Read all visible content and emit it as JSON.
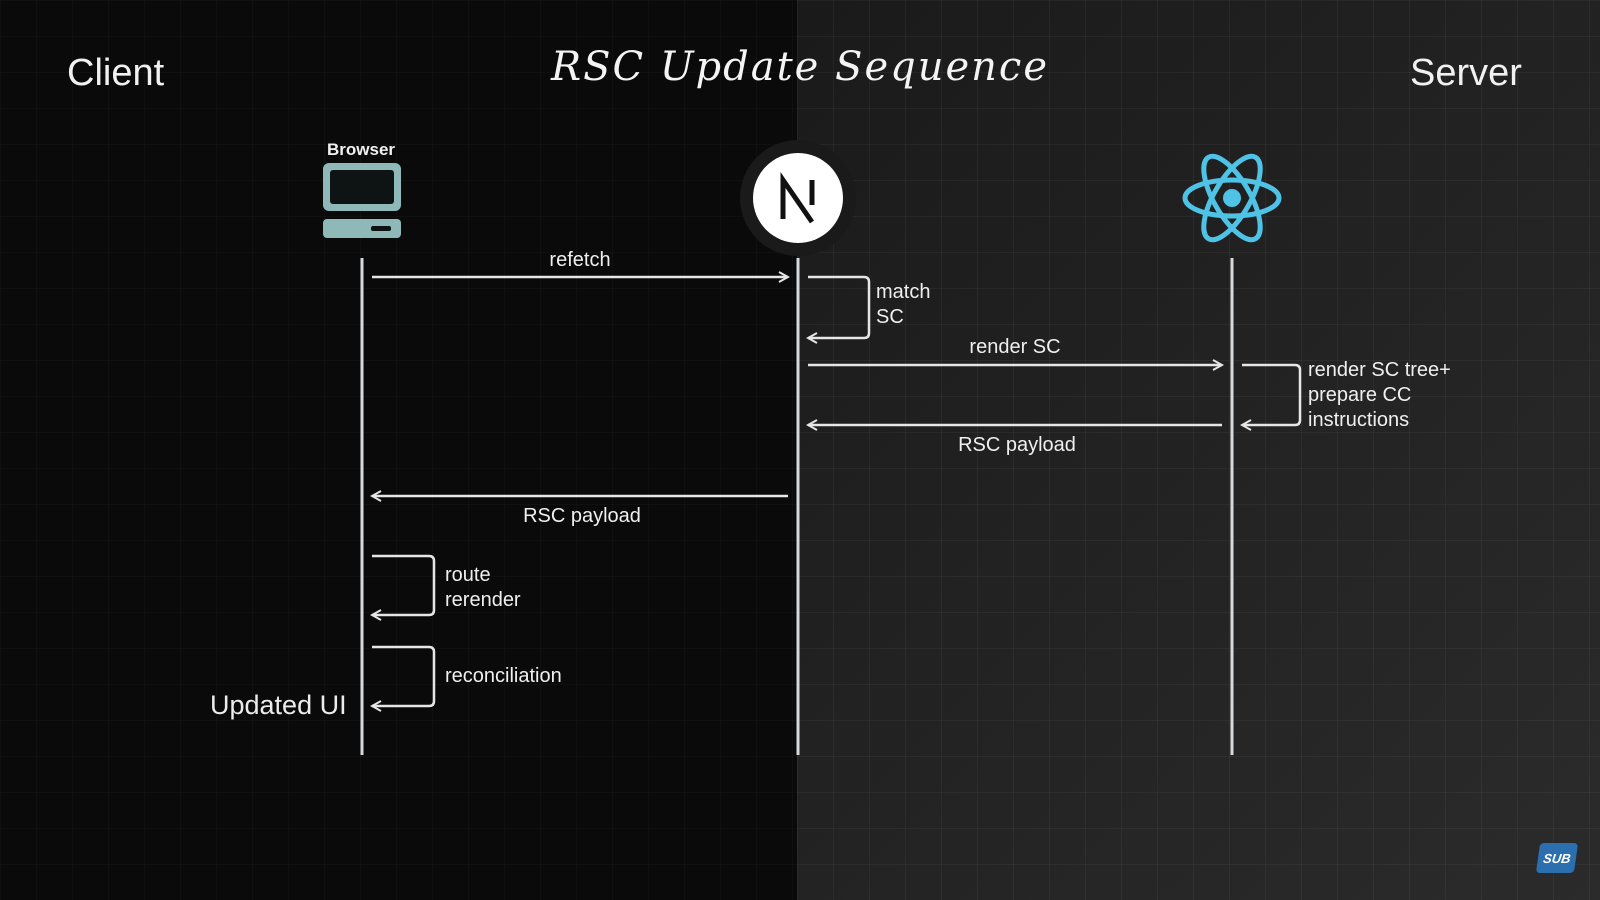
{
  "diagram": {
    "title": "RSC Update Sequence",
    "left_label": "Client",
    "right_label": "Server",
    "participants": [
      {
        "id": "browser",
        "caption": "Browser",
        "icon": "monitor-icon"
      },
      {
        "id": "nextjs",
        "caption": "",
        "icon": "nextjs-logo-icon"
      },
      {
        "id": "react",
        "caption": "",
        "icon": "react-logo-icon"
      }
    ],
    "messages": [
      {
        "id": "refetch",
        "from": "browser",
        "to": "nextjs",
        "label": "refetch"
      },
      {
        "id": "match-sc",
        "from": "nextjs",
        "to": "nextjs",
        "label_lines": [
          "match",
          "SC"
        ]
      },
      {
        "id": "render-sc",
        "from": "nextjs",
        "to": "react",
        "label": "render SC"
      },
      {
        "id": "render-tree",
        "from": "react",
        "to": "react",
        "label_lines": [
          "render SC tree+",
          "prepare CC",
          "instructions"
        ]
      },
      {
        "id": "rsc-payload-1",
        "from": "react",
        "to": "nextjs",
        "label": "RSC payload"
      },
      {
        "id": "rsc-payload-2",
        "from": "nextjs",
        "to": "browser",
        "label": "RSC payload"
      },
      {
        "id": "route-rerender",
        "from": "browser",
        "to": "browser",
        "label_lines": [
          "route",
          "rerender"
        ]
      },
      {
        "id": "reconciliation",
        "from": "browser",
        "to": "browser",
        "label_lines": [
          "reconciliation"
        ]
      }
    ],
    "result_label": "Updated UI",
    "badge": "SUB"
  },
  "colors": {
    "lifeline": "#d7dadc",
    "arrow": "#e6e6e6",
    "monitor": "#8fb8b8",
    "react": "#4fc3e6",
    "nextjs_bg": "#ffffff",
    "nextjs_fg": "#111111",
    "badge": "#2b6fae"
  }
}
